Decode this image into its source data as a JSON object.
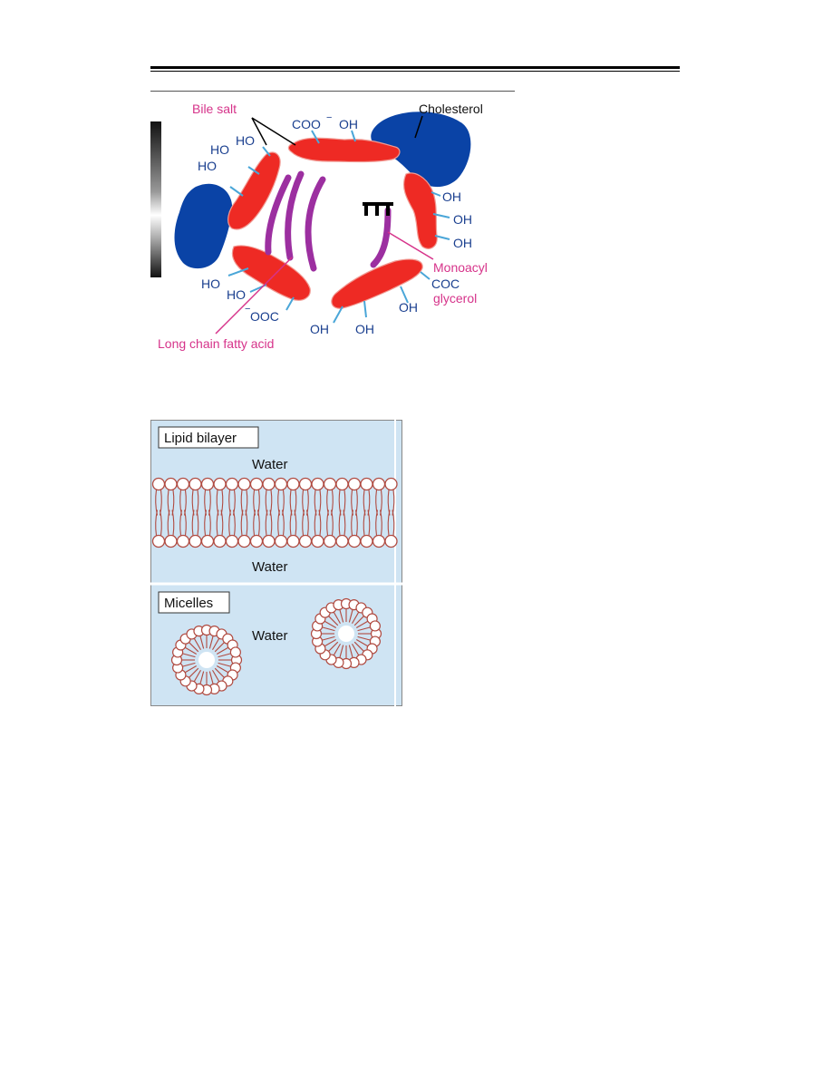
{
  "micelle_figure": {
    "bile_salt": "Bile salt",
    "cholesterol": "Cholesterol",
    "monoacyl": "Monoacyl",
    "glycerol": "glycerol",
    "coc": "COC",
    "long_chain_fatty_acid": "Long chain fatty acid",
    "coo_top": "COO",
    "coo_charge": "−",
    "ooc_charge": "−",
    "ooc": "OOC",
    "oh": "OH",
    "ho": "HO",
    "colors": {
      "bile_salt": "#ee2a24",
      "cholesterol": "#0a43a6",
      "fatty_acid": "#9c2fa0",
      "label_blue": "#1a3f8f",
      "label_pink": "#d6338a",
      "stick_blue": "#4aa6d8"
    }
  },
  "lipid_figure": {
    "bilayer_title": "Lipid bilayer",
    "water_top": "Water",
    "water_bottom": "Water",
    "micelles_title": "Micelles",
    "water_micelles": "Water",
    "colors": {
      "background": "#cfe4f3",
      "lipid_outline": "#b04a40",
      "head_fill": "#ffffff"
    }
  }
}
